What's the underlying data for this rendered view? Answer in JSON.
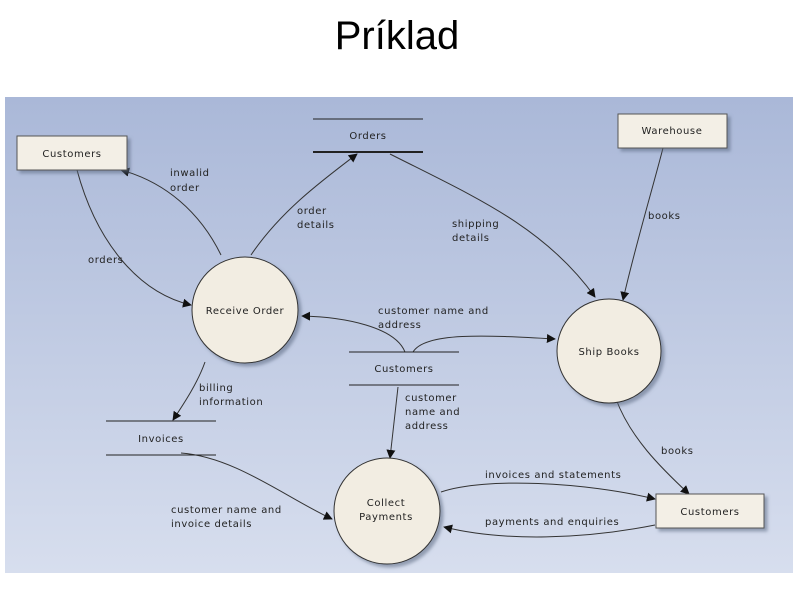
{
  "title": "Príklad",
  "entities": {
    "customers_top": "Customers",
    "warehouse": "Warehouse",
    "customers_bottom": "Customers"
  },
  "processes": {
    "receive_order": "Receive Order",
    "ship_books": "Ship Books",
    "collect_payments_1": "Collect",
    "collect_payments_2": "Payments"
  },
  "stores": {
    "orders": "Orders",
    "customers": "Customers",
    "invoices": "Invoices"
  },
  "flows": {
    "invalid_order_1": "inwalid",
    "invalid_order_2": "order",
    "orders": "orders",
    "order_details_1": "order",
    "order_details_2": "details",
    "shipping_details_1": "shipping",
    "shipping_details_2": "details",
    "books_warehouse": "books",
    "customer_name_address_1": "customer name and",
    "customer_name_address_2": "address",
    "billing_info_1": "billing",
    "billing_info_2": "information",
    "customer_name_address_v1": "customer",
    "customer_name_address_v2": "name and",
    "customer_name_address_v3": "address",
    "books_ship": "books",
    "invoices_statements": "invoices and statements",
    "payments_enquiries": "payments and enquiries",
    "customer_invoice_1": "customer name and",
    "customer_invoice_2": "invoice details"
  }
}
